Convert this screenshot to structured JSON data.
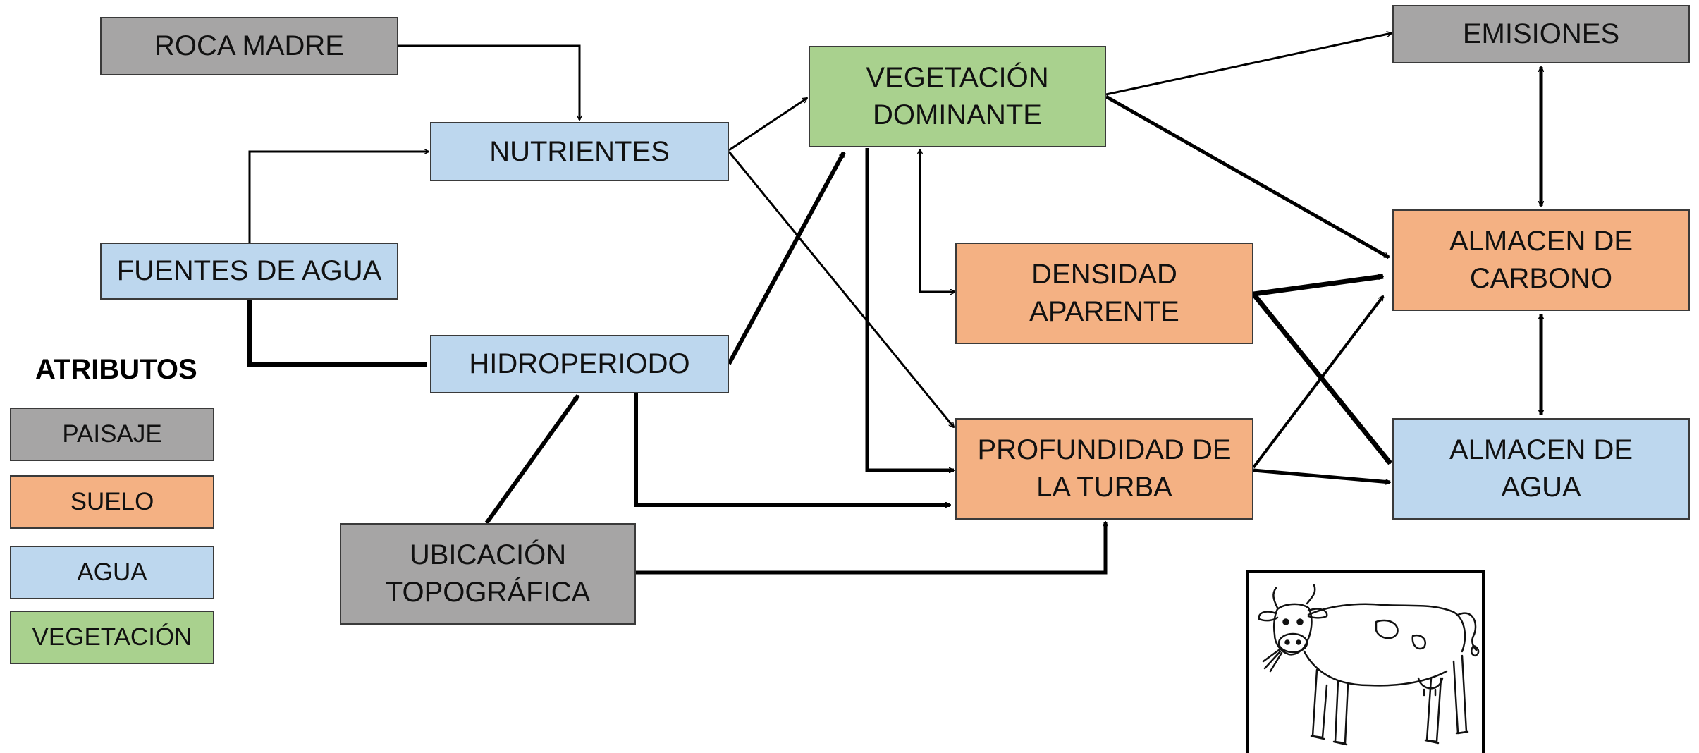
{
  "colors": {
    "paisaje": "#a6a5a5",
    "suelo": "#f4b183",
    "agua": "#bdd7ee",
    "vegetacion": "#a9d18e"
  },
  "nodes": {
    "roca_madre": "ROCA MADRE",
    "nutrientes": "NUTRIENTES",
    "fuentes_de_agua": "FUENTES DE AGUA",
    "hidroperiodo": "HIDROPERIODO",
    "ubicacion_topografica": "UBICACIÓN\nTOPOGRÁFICA",
    "vegetacion_dominante": "VEGETACIÓN\nDOMINANTE",
    "densidad_aparente": "DENSIDAD\nAPARENTE",
    "profundidad_turba": "PROFUNDIDAD DE\nLA TURBA",
    "emisiones": "EMISIONES",
    "almacen_carbono": "ALMACEN DE\nCARBONO",
    "almacen_agua": "ALMACEN DE\nAGUA"
  },
  "legend": {
    "title": "ATRIBUTOS",
    "paisaje": "PAISAJE",
    "suelo": "SUELO",
    "agua": "AGUA",
    "vegetacion": "VEGETACIÓN"
  },
  "illustration": {
    "icon": "cow-icon"
  }
}
